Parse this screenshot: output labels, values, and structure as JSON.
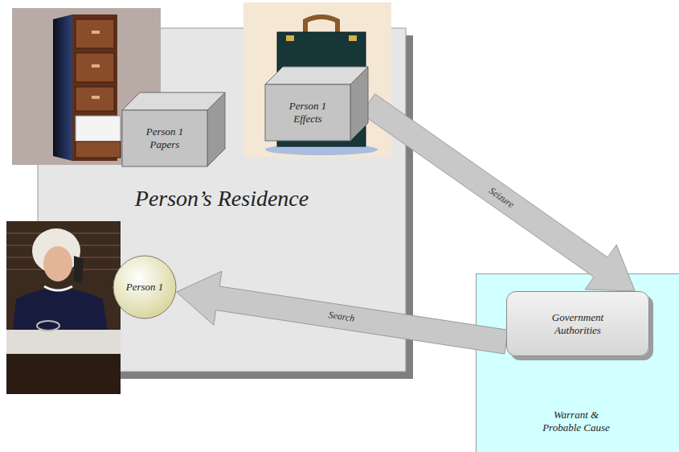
{
  "diagram": {
    "nodes": [
      {
        "text": [
          "Person’s Residence"
        ]
      },
      {
        "text": [
          "Person 1 Papers"
        ],
        "in": 0
      },
      {
        "text": [
          "Person 1 Effects"
        ],
        "in": 0
      },
      {
        "text": [
          "Person 1"
        ],
        "in": 0
      },
      {
        "text": [
          "Warrant & Probable Cause"
        ]
      },
      {
        "text": [
          "Government Authorities"
        ],
        "in": 4
      }
    ],
    "edges": [
      {
        "from": 2,
        "to": 5,
        "label": "Seizure",
        "arrow": "to"
      },
      {
        "from": 5,
        "to": 3,
        "label": "Search",
        "arrow": "to"
      }
    ]
  }
}
